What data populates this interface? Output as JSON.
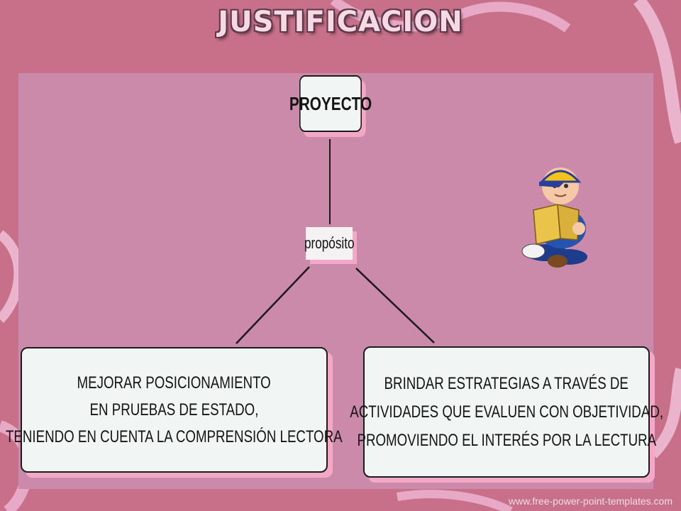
{
  "title": "JUSTIFICACION",
  "diagram": {
    "root": "PROYECTO",
    "connector": "propósito",
    "left_lines": [
      "MEJORAR POSICIONAMIENTO",
      "EN PRUEBAS DE ESTADO,",
      "TENIENDO EN CUENTA LA COMPRENSIÓN LECTORA"
    ],
    "right_lines": [
      "BRINDAR ESTRATEGIAS A TRAVÉS DE",
      "ACTIVIDADES QUE EVALUEN CON OBJETIVIDAD,",
      "PROMOVIENDO EL INTERÉS POR LA LECTURA"
    ]
  },
  "footer": "www.free-power-point-templates.com",
  "colors": {
    "background": "#c8708a",
    "panel": "#cc8aab",
    "box": "#f1f5f4",
    "shadow": "#f3a9c6"
  },
  "icons": {
    "illustration": "boy-reading-book-icon"
  }
}
